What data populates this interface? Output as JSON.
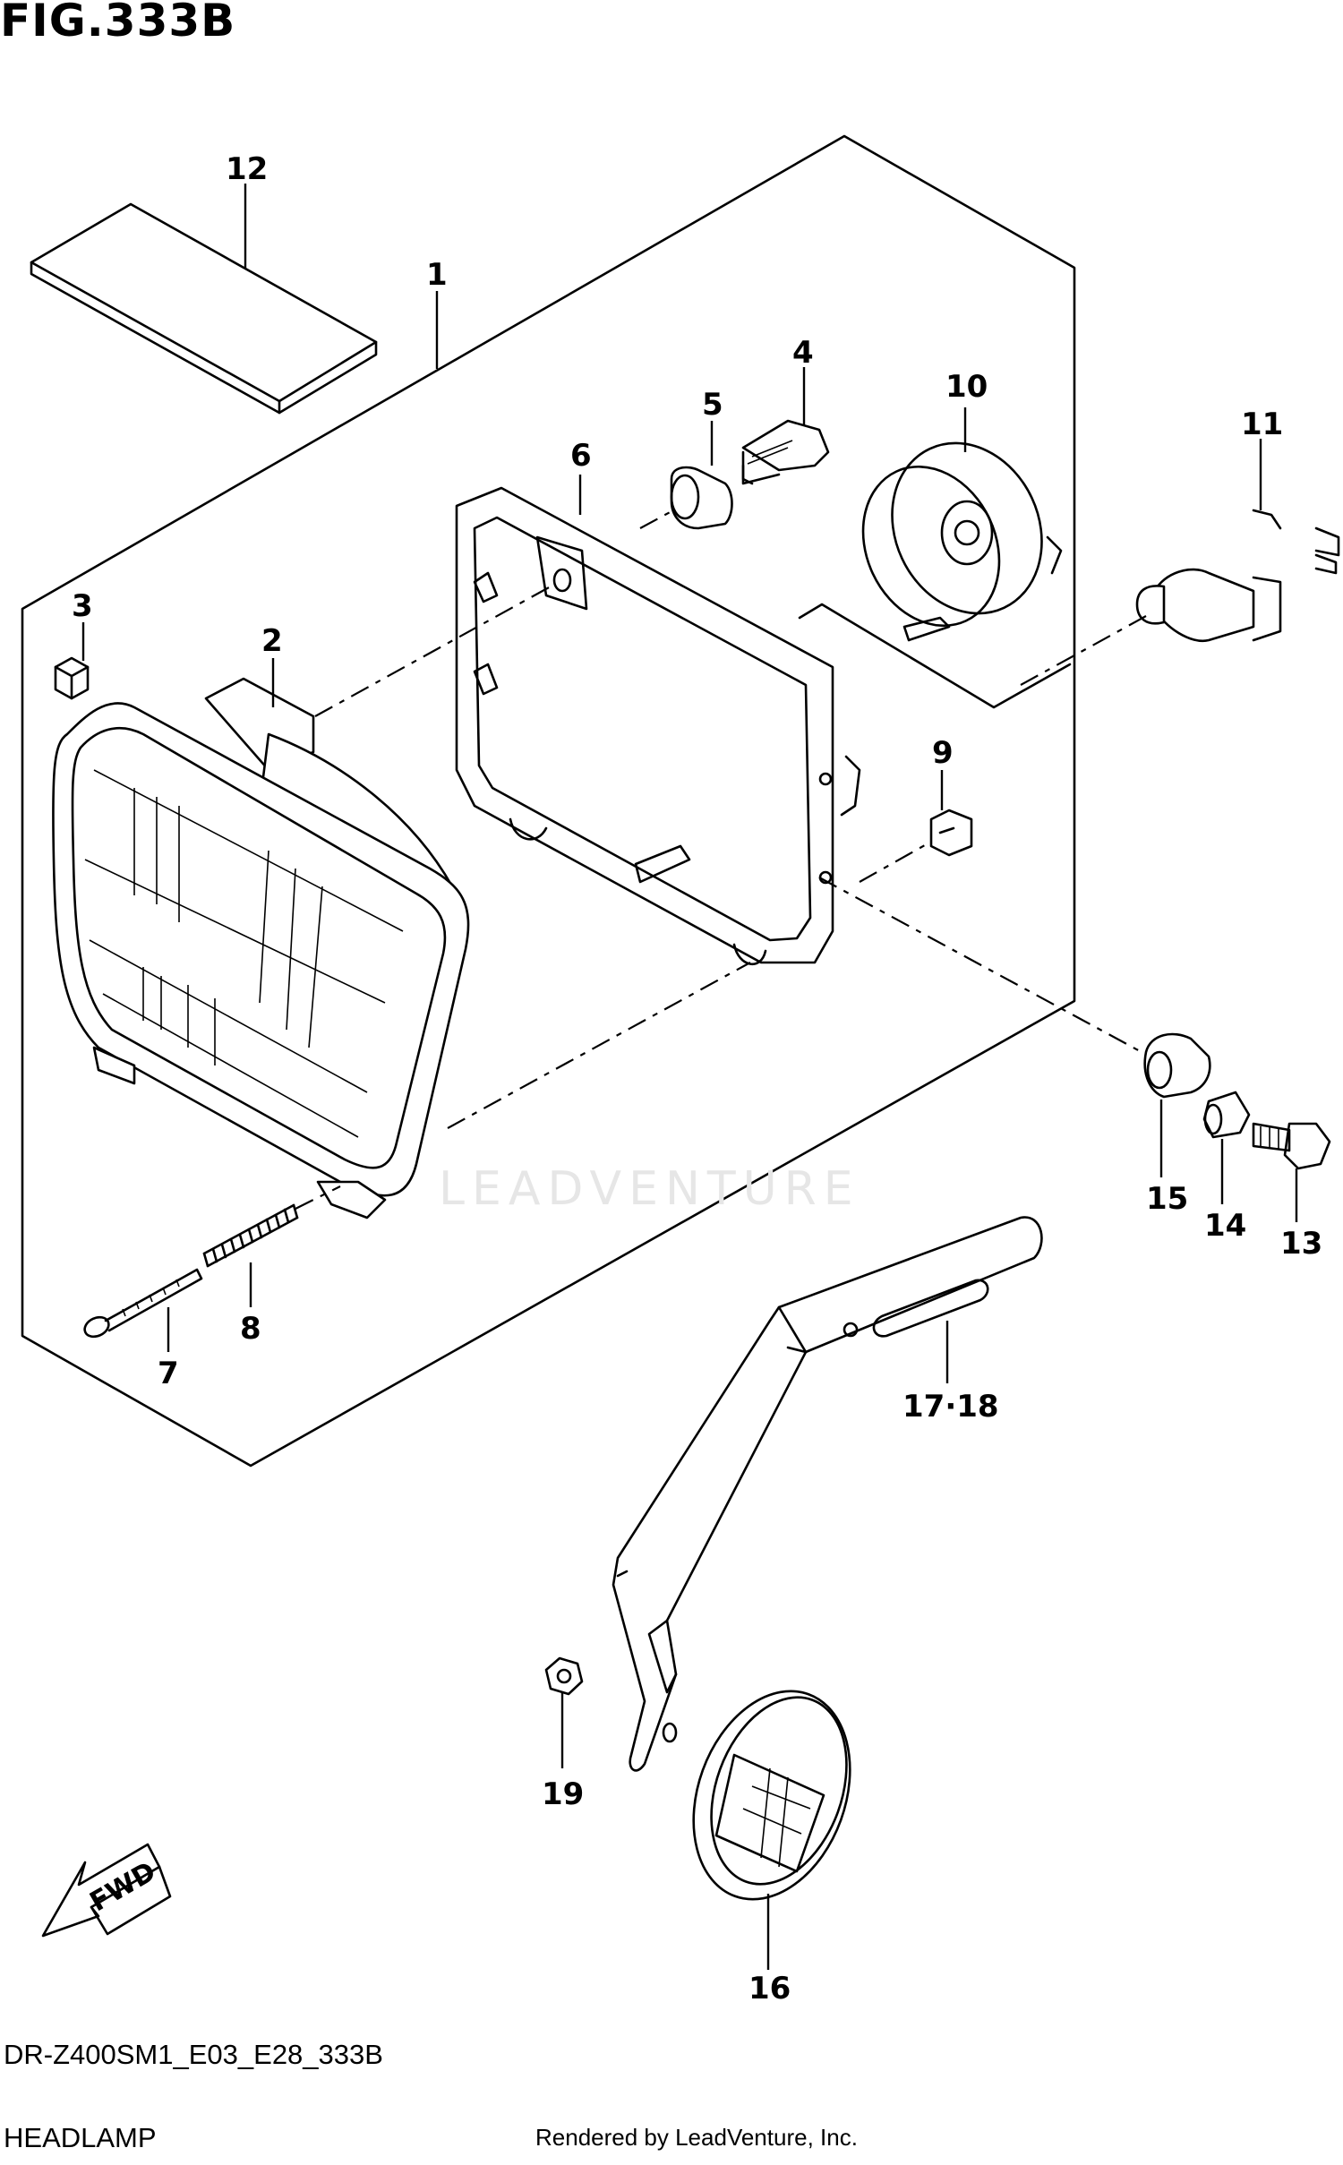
{
  "figure": {
    "title": "FIG.333B",
    "model_code": "DR-Z400SM1_E03_E28_333B",
    "section_name": "HEADLAMP",
    "rendered_by": "Rendered by LeadVenture, Inc.",
    "watermark": "LEADVENTURE",
    "direction_badge": "FWD"
  },
  "callouts": {
    "c1": "1",
    "c2": "2",
    "c3": "3",
    "c4": "4",
    "c5": "5",
    "c6": "6",
    "c7": "7",
    "c8": "8",
    "c9": "9",
    "c10": "10",
    "c11": "11",
    "c12": "12",
    "c13": "13",
    "c14": "14",
    "c15": "15",
    "c16": "16",
    "c17_18": "17·18",
    "c19": "19"
  }
}
